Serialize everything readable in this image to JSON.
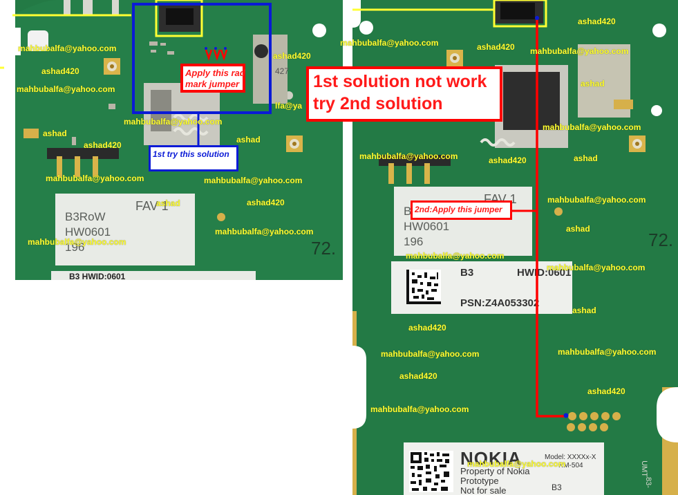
{
  "left_panel": {
    "plate_lines": [
      "B3RoW",
      "HW0601",
      "196"
    ],
    "plate_side_label": "FAV 1",
    "bottom_strip": "B3   HWID:0601",
    "corner_mark": "72.",
    "connector_label": "427",
    "solution_label": "1st try this solution",
    "jumper_note": [
      "Apply this rad",
      "mark jumper"
    ]
  },
  "right_panel": {
    "title_lines": [
      "1st solution not work",
      "try 2nd solution"
    ],
    "jumper_label": "2nd:Apply this jumper",
    "plate_lines": [
      "B",
      "HW0601",
      "196"
    ],
    "plate_side_label": "FAV 1",
    "code_plate": {
      "model": "B3",
      "hwid": "HWID:0601",
      "psn": "PSN:Z4A053302"
    },
    "nokia_plate": {
      "brand": "NOKIA",
      "line1": "Property of Nokia",
      "line2": "Prototype",
      "line3": "Not for sale",
      "model": "Model: XXXXx-X",
      "rm": "RM-504",
      "b3": "B3"
    },
    "corner_mark": "72.",
    "side_mark": "UMT",
    "side_mark2": "83-"
  },
  "watermarks": {
    "email": "mahbubalfa@yahoo.com",
    "handle": "ashad",
    "handle_num": "ashad420",
    "email_cut": "lfa@ya"
  },
  "colors": {
    "board_green": "#237a45",
    "watermark_yellow": "#ffff33",
    "jumper_red": "#ff0000",
    "highlight_blue": "#0a1ad6",
    "guide_yellow": "#ffff33"
  }
}
